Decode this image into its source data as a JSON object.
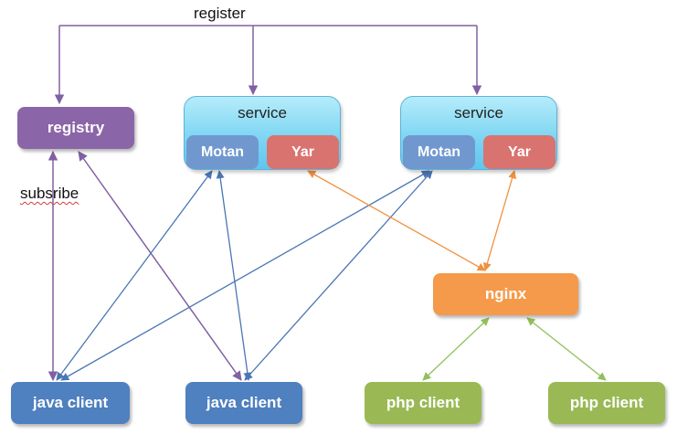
{
  "labels": {
    "register": "register",
    "subscribe": "subsribe"
  },
  "registry": {
    "label": "registry",
    "color": "#8a65a8"
  },
  "services": [
    {
      "title": "service",
      "motan": "Motan",
      "yar": "Yar"
    },
    {
      "title": "service",
      "motan": "Motan",
      "yar": "Yar"
    }
  ],
  "nginx": {
    "label": "nginx",
    "color": "#f59a4b"
  },
  "java_clients": [
    {
      "label": "java client"
    },
    {
      "label": "java client"
    }
  ],
  "php_clients": [
    {
      "label": "php client"
    },
    {
      "label": "php client"
    }
  ],
  "colors": {
    "java": "#4f80bf",
    "php": "#9ab955",
    "motan": "#7098cf",
    "yar": "#d9736f",
    "purple_link": "#8160a4",
    "blue_link": "#4a76b4",
    "orange_link": "#f0913f",
    "green_link": "#93bf5b"
  }
}
